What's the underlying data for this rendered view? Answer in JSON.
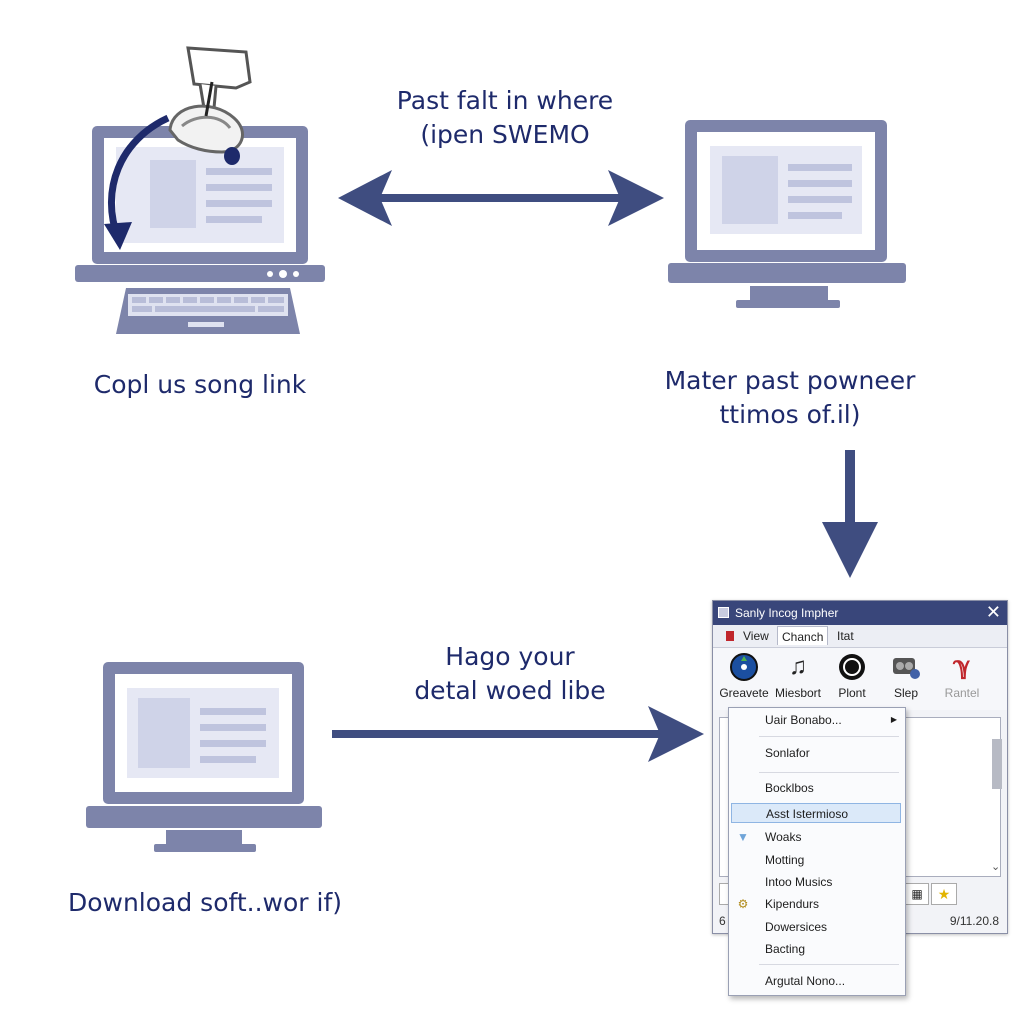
{
  "steps": {
    "top_left_caption": "Copl us song link",
    "top_center_caption": [
      "Past falt in where",
      "(ipen SWEMO"
    ],
    "right_caption": [
      "Mater past powneer",
      "ttimos of.il)"
    ],
    "bottom_left_caption": "Download soft..wor if)",
    "bottom_center_caption": [
      "Hago your",
      "detal woed libe"
    ]
  },
  "colors": {
    "ink": "#1e2a6b",
    "arrow": "#3f4d80",
    "device_frame": "#7d84aa",
    "screen": "#e6e8f4",
    "titlebar": "#39467a"
  },
  "app_window": {
    "title": "Sanly Incog Impher",
    "close_icon": "close-icon",
    "menu": [
      "View",
      "Chanch",
      "Itat"
    ],
    "active_menu_index": 1,
    "toolbar": [
      {
        "label": "Greavete",
        "icon": "disc-icon"
      },
      {
        "label": "Miesbort",
        "icon": "music-note-icon"
      },
      {
        "label": "Plont",
        "icon": "record-icon"
      },
      {
        "label": "Slep",
        "icon": "speaker-icon"
      },
      {
        "label": "Rantel",
        "icon": "red-v-icon"
      }
    ],
    "status_left": "6",
    "status_right": "9/11.20.8"
  },
  "context_menu": {
    "items": [
      {
        "label": "Uair Bonabo...",
        "has_submenu": true
      },
      {
        "label": "Sonlafor"
      },
      {
        "label": "Bocklbos"
      },
      {
        "label": "Asst Istermioso",
        "highlighted": true
      },
      {
        "label": "Woaks",
        "icon": "triangle-down-icon"
      },
      {
        "label": "Motting"
      },
      {
        "label": "Intoo Musics"
      },
      {
        "label": "Kipendurs",
        "icon": "gear-icon"
      },
      {
        "label": "Dowersices"
      },
      {
        "label": "Bacting"
      },
      {
        "label": "Argutal Nono..."
      }
    ]
  }
}
